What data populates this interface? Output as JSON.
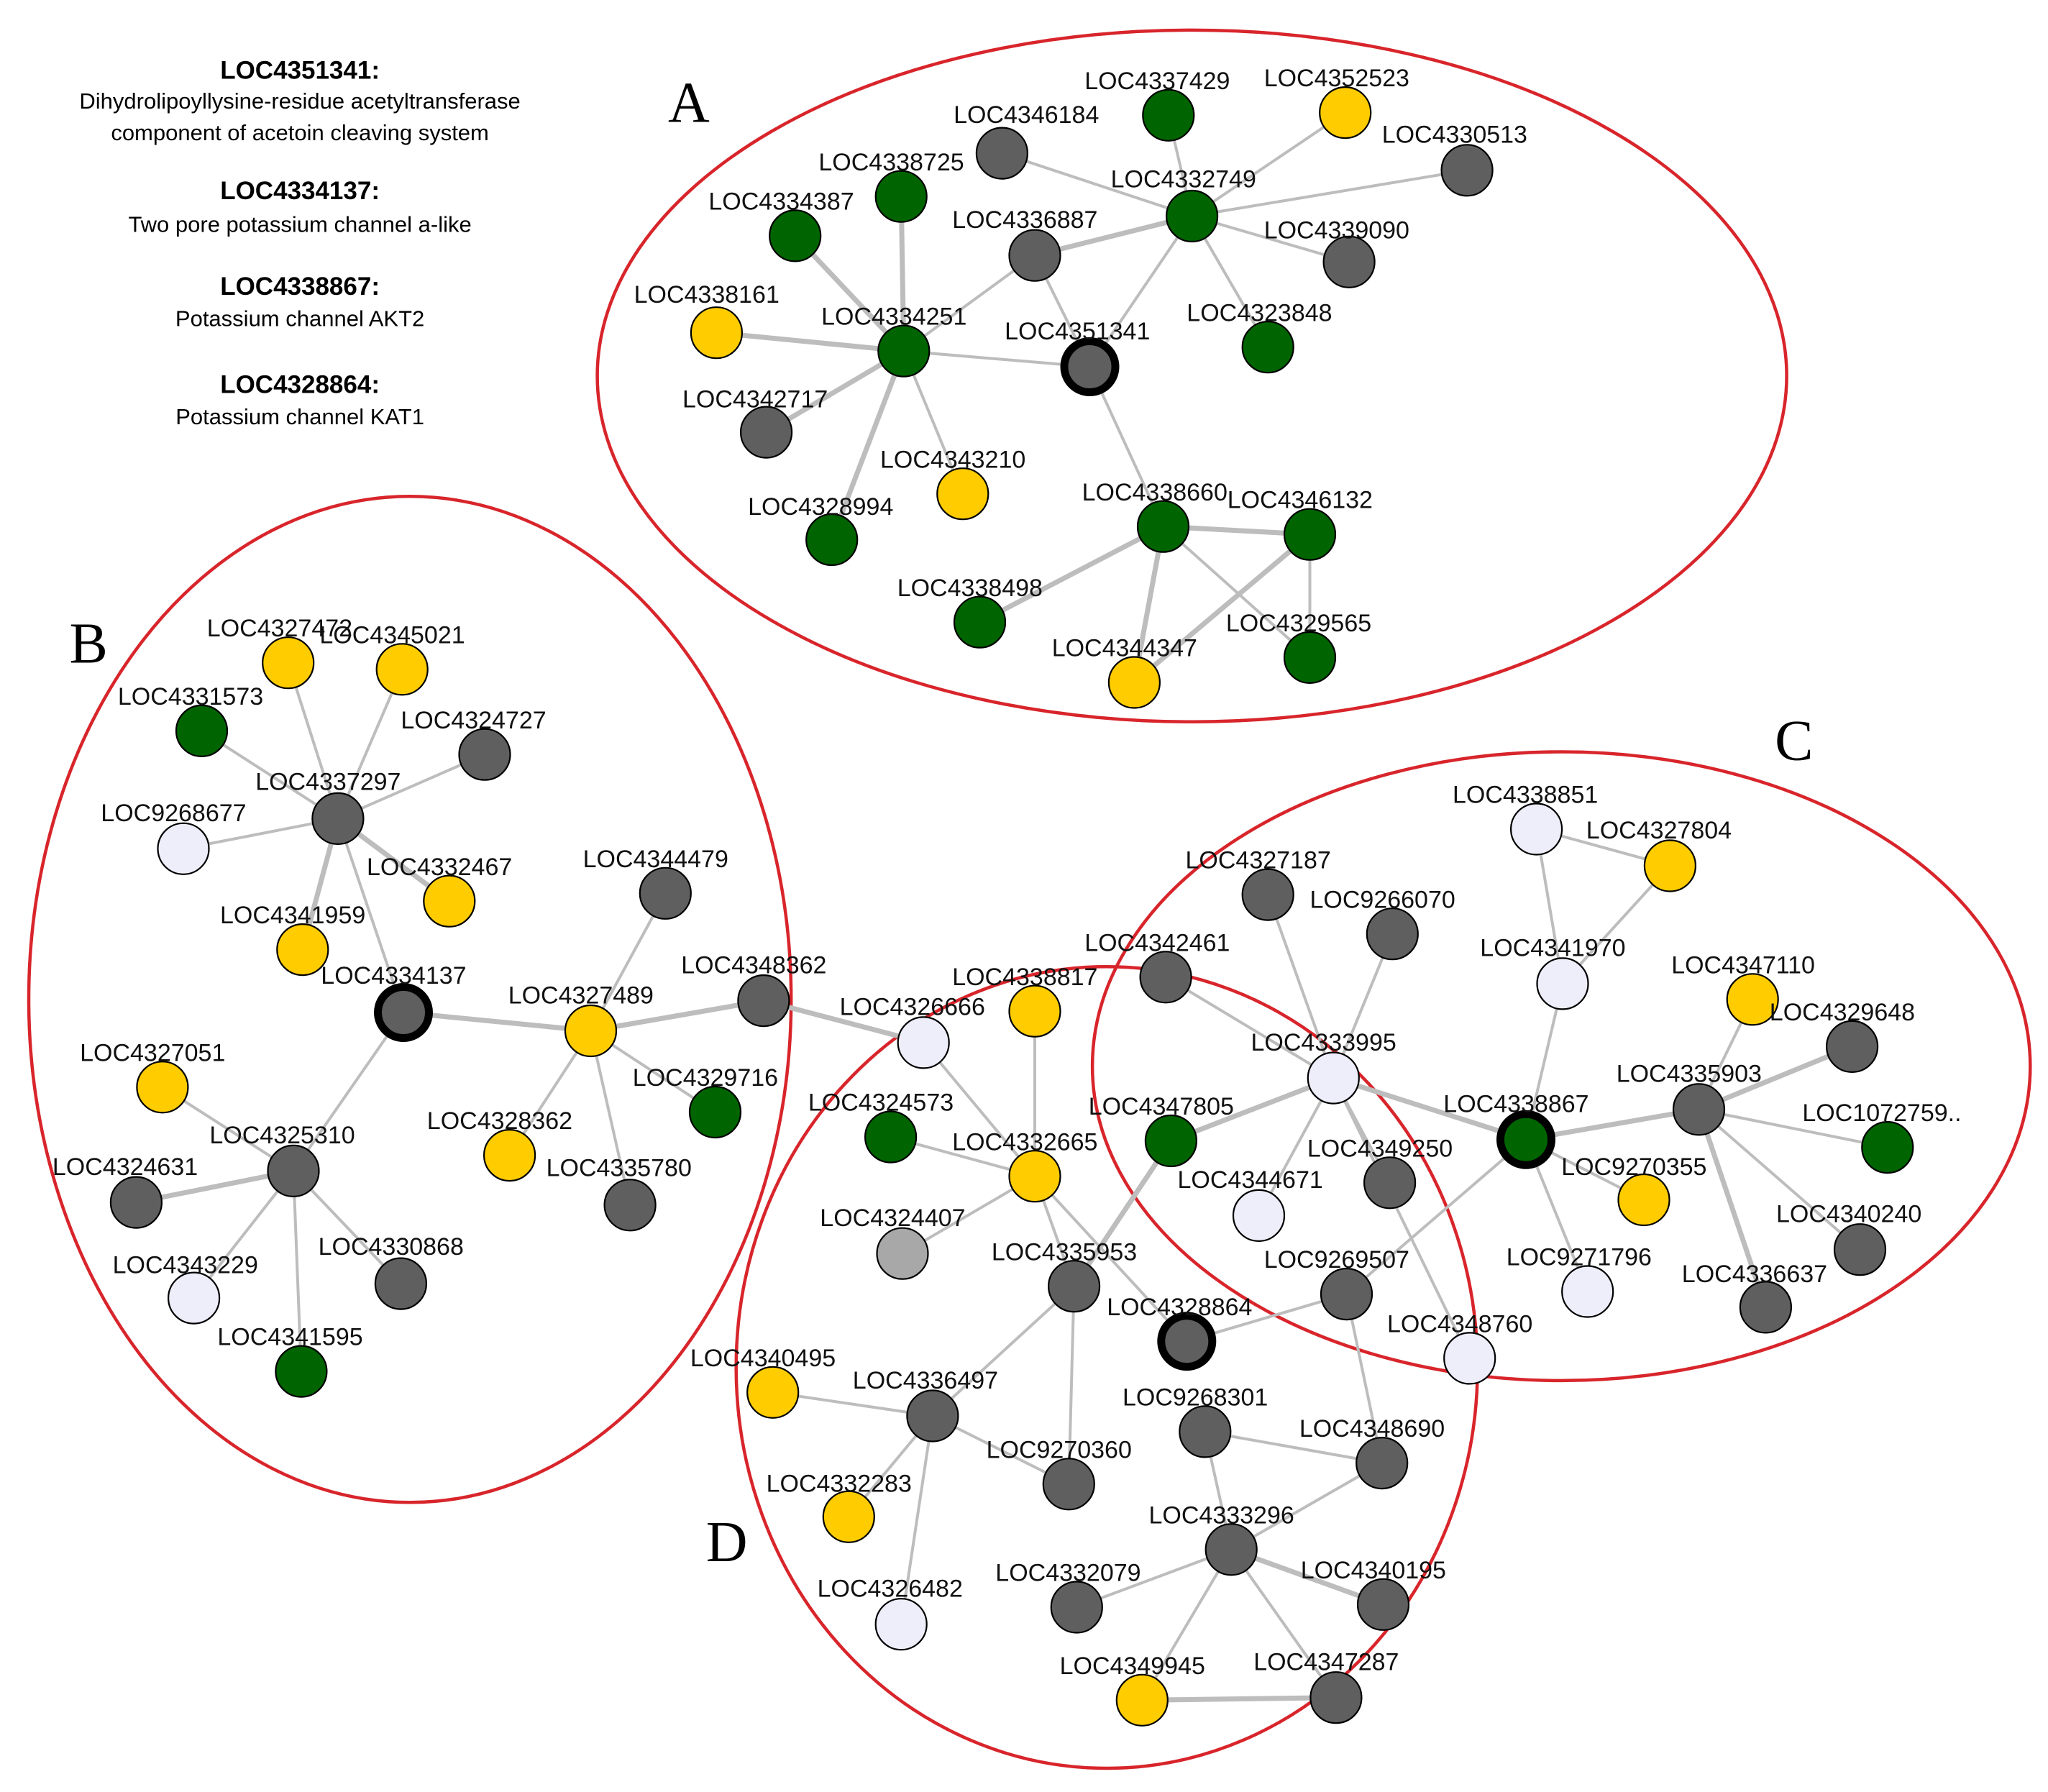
{
  "colors": {
    "green": "#006400",
    "yellow": "#ffcc00",
    "dark": "#5f5f5f",
    "light": "#eeeefb",
    "gray": "#a8a8a8",
    "edge": "#bdbdbd",
    "ring": "#d8252b",
    "outline": "#000000"
  },
  "legend": [
    {
      "id": "LOC4351341:",
      "desc": [
        "Dihydrolipoyllysine-residue acetyltransferase",
        "component of acetoin cleaving system"
      ]
    },
    {
      "id": "LOC4334137:",
      "desc": [
        "Two pore potassium channel a-like"
      ]
    },
    {
      "id": "LOC4338867:",
      "desc": [
        "Potassium channel AKT2"
      ]
    },
    {
      "id": "LOC4328864:",
      "desc": [
        "Potassium channel KAT1"
      ]
    }
  ],
  "groups": [
    {
      "label": "A"
    },
    {
      "label": "B"
    },
    {
      "label": "C"
    },
    {
      "label": "D"
    }
  ],
  "nodes": [
    {
      "id": "n1",
      "label": "LOC4351341",
      "color": "dark",
      "hub": true
    },
    {
      "id": "n2",
      "label": "LOC4334251",
      "color": "green"
    },
    {
      "id": "n3",
      "label": "LOC4338725",
      "color": "green"
    },
    {
      "id": "n4",
      "label": "LOC4334387",
      "color": "green"
    },
    {
      "id": "n5",
      "label": "LOC4338161",
      "color": "yellow"
    },
    {
      "id": "n6",
      "label": "LOC4342717",
      "color": "dark"
    },
    {
      "id": "n7",
      "label": "LOC4328994",
      "color": "green"
    },
    {
      "id": "n8",
      "label": "LOC4343210",
      "color": "yellow"
    },
    {
      "id": "n9",
      "label": "LOC4336887",
      "color": "dark"
    },
    {
      "id": "n10",
      "label": "LOC4346184",
      "color": "dark"
    },
    {
      "id": "n11",
      "label": "LOC4337429",
      "color": "green"
    },
    {
      "id": "n12",
      "label": "LOC4352523",
      "color": "yellow"
    },
    {
      "id": "n13",
      "label": "LOC4330513",
      "color": "dark"
    },
    {
      "id": "n14",
      "label": "LOC4332749",
      "color": "green"
    },
    {
      "id": "n15",
      "label": "LOC4339090",
      "color": "dark"
    },
    {
      "id": "n16",
      "label": "LOC4323848",
      "color": "green"
    },
    {
      "id": "n17",
      "label": "LOC4338660",
      "color": "green"
    },
    {
      "id": "n18",
      "label": "LOC4346132",
      "color": "green"
    },
    {
      "id": "n19",
      "label": "LOC4338498",
      "color": "green"
    },
    {
      "id": "n20",
      "label": "LOC4344347",
      "color": "yellow"
    },
    {
      "id": "n21",
      "label": "LOC4329565",
      "color": "green"
    },
    {
      "id": "n22",
      "label": "LOC4334137",
      "color": "dark",
      "hub": true
    },
    {
      "id": "n23",
      "label": "LOC4327472",
      "color": "yellow"
    },
    {
      "id": "n24",
      "label": "LOC4345021",
      "color": "yellow"
    },
    {
      "id": "n25",
      "label": "LOC4331573",
      "color": "green"
    },
    {
      "id": "n26",
      "label": "LOC4324727",
      "color": "dark"
    },
    {
      "id": "n27",
      "label": "LOC4337297",
      "color": "dark"
    },
    {
      "id": "n28",
      "label": "LOC9268677",
      "color": "light"
    },
    {
      "id": "n29",
      "label": "LOC4332467",
      "color": "yellow"
    },
    {
      "id": "n30",
      "label": "LOC4341959",
      "color": "yellow"
    },
    {
      "id": "n31",
      "label": "LOC4344479",
      "color": "dark"
    },
    {
      "id": "n32",
      "label": "LOC4327489",
      "color": "yellow"
    },
    {
      "id": "n33",
      "label": "LOC4348362",
      "color": "dark"
    },
    {
      "id": "n34",
      "label": "LOC4329716",
      "color": "green"
    },
    {
      "id": "n35",
      "label": "LOC4328362",
      "color": "yellow"
    },
    {
      "id": "n36",
      "label": "LOC4335780",
      "color": "dark"
    },
    {
      "id": "n37",
      "label": "LOC4327051",
      "color": "yellow"
    },
    {
      "id": "n38",
      "label": "LOC4325310",
      "color": "dark"
    },
    {
      "id": "n39",
      "label": "LOC4324631",
      "color": "dark"
    },
    {
      "id": "n40",
      "label": "LOC4343229",
      "color": "light"
    },
    {
      "id": "n41",
      "label": "LOC4330868",
      "color": "dark"
    },
    {
      "id": "n42",
      "label": "LOC4341595",
      "color": "green"
    },
    {
      "id": "n43",
      "label": "LOC4338867",
      "color": "green",
      "hub": true
    },
    {
      "id": "n44",
      "label": "LOC4338851",
      "color": "light"
    },
    {
      "id": "n45",
      "label": "LOC4327804",
      "color": "yellow"
    },
    {
      "id": "n46",
      "label": "LOC4327187",
      "color": "dark"
    },
    {
      "id": "n47",
      "label": "LOC9266070",
      "color": "dark"
    },
    {
      "id": "n48",
      "label": "LOC4341970",
      "color": "light"
    },
    {
      "id": "n49",
      "label": "LOC4347110",
      "color": "yellow"
    },
    {
      "id": "n50",
      "label": "LOC4329648",
      "color": "dark"
    },
    {
      "id": "n51",
      "label": "LOC4342461",
      "color": "dark"
    },
    {
      "id": "n52",
      "label": "LOC4333995",
      "color": "light"
    },
    {
      "id": "n53",
      "label": "LOC4335903",
      "color": "dark"
    },
    {
      "id": "n54",
      "label": "LOC1072759..",
      "color": "green"
    },
    {
      "id": "n55",
      "label": "LOC9270355",
      "color": "yellow"
    },
    {
      "id": "n56",
      "label": "LOC4340240",
      "color": "dark"
    },
    {
      "id": "n57",
      "label": "LOC4336637",
      "color": "dark"
    },
    {
      "id": "n58",
      "label": "LOC9271796",
      "color": "light"
    },
    {
      "id": "n59",
      "label": "LOC4348760",
      "color": "light"
    },
    {
      "id": "n60",
      "label": "LOC4349250",
      "color": "dark"
    },
    {
      "id": "n61",
      "label": "LOC4344671",
      "color": "light"
    },
    {
      "id": "n62",
      "label": "LOC4347805",
      "color": "green"
    },
    {
      "id": "n63",
      "label": "LOC4328864",
      "color": "dark",
      "hub": true
    },
    {
      "id": "n64",
      "label": "LOC4338817",
      "color": "yellow"
    },
    {
      "id": "n65",
      "label": "LOC4326666",
      "color": "light"
    },
    {
      "id": "n66",
      "label": "LOC4324573",
      "color": "green"
    },
    {
      "id": "n67",
      "label": "LOC4332665",
      "color": "yellow"
    },
    {
      "id": "n68",
      "label": "LOC4324407",
      "color": "gray"
    },
    {
      "id": "n69",
      "label": "LOC4335953",
      "color": "dark"
    },
    {
      "id": "n70",
      "label": "LOC9269507",
      "color": "dark"
    },
    {
      "id": "n71",
      "label": "LOC4340495",
      "color": "yellow"
    },
    {
      "id": "n72",
      "label": "LOC4336497",
      "color": "dark"
    },
    {
      "id": "n73",
      "label": "LOC9268301",
      "color": "dark"
    },
    {
      "id": "n74",
      "label": "LOC4348690",
      "color": "dark"
    },
    {
      "id": "n75",
      "label": "LOC9270360",
      "color": "dark"
    },
    {
      "id": "n76",
      "label": "LOC4332283",
      "color": "yellow"
    },
    {
      "id": "n77",
      "label": "LOC4333296",
      "color": "dark"
    },
    {
      "id": "n78",
      "label": "LOC4326482",
      "color": "light"
    },
    {
      "id": "n79",
      "label": "LOC4332079",
      "color": "dark"
    },
    {
      "id": "n80",
      "label": "LOC4340195",
      "color": "dark"
    },
    {
      "id": "n81",
      "label": "LOC4349945",
      "color": "yellow"
    },
    {
      "id": "n82",
      "label": "LOC4347287",
      "color": "dark"
    }
  ],
  "edges": [
    [
      "n1",
      "n2"
    ],
    [
      "n1",
      "n9"
    ],
    [
      "n1",
      "n14"
    ],
    [
      "n1",
      "n17"
    ],
    [
      "n2",
      "n3"
    ],
    [
      "n2",
      "n4"
    ],
    [
      "n2",
      "n5"
    ],
    [
      "n2",
      "n6"
    ],
    [
      "n2",
      "n7"
    ],
    [
      "n2",
      "n8"
    ],
    [
      "n2",
      "n9"
    ],
    [
      "n9",
      "n14"
    ],
    [
      "n10",
      "n14"
    ],
    [
      "n11",
      "n14"
    ],
    [
      "n12",
      "n14"
    ],
    [
      "n13",
      "n14"
    ],
    [
      "n14",
      "n15"
    ],
    [
      "n14",
      "n16"
    ],
    [
      "n17",
      "n18"
    ],
    [
      "n17",
      "n19"
    ],
    [
      "n17",
      "n20"
    ],
    [
      "n17",
      "n21"
    ],
    [
      "n18",
      "n20"
    ],
    [
      "n18",
      "n21"
    ],
    [
      "n22",
      "n27"
    ],
    [
      "n22",
      "n32"
    ],
    [
      "n22",
      "n38"
    ],
    [
      "n27",
      "n23"
    ],
    [
      "n27",
      "n24"
    ],
    [
      "n27",
      "n25"
    ],
    [
      "n27",
      "n26"
    ],
    [
      "n27",
      "n28"
    ],
    [
      "n27",
      "n29"
    ],
    [
      "n27",
      "n30"
    ],
    [
      "n32",
      "n31"
    ],
    [
      "n32",
      "n33"
    ],
    [
      "n32",
      "n34"
    ],
    [
      "n32",
      "n35"
    ],
    [
      "n32",
      "n36"
    ],
    [
      "n38",
      "n37"
    ],
    [
      "n38",
      "n39"
    ],
    [
      "n38",
      "n40"
    ],
    [
      "n38",
      "n41"
    ],
    [
      "n38",
      "n42"
    ],
    [
      "n33",
      "n65"
    ],
    [
      "n43",
      "n48"
    ],
    [
      "n43",
      "n53"
    ],
    [
      "n43",
      "n55"
    ],
    [
      "n43",
      "n58"
    ],
    [
      "n43",
      "n52"
    ],
    [
      "n43",
      "n70"
    ],
    [
      "n53",
      "n49"
    ],
    [
      "n53",
      "n50"
    ],
    [
      "n53",
      "n54"
    ],
    [
      "n53",
      "n56"
    ],
    [
      "n53",
      "n57"
    ],
    [
      "n44",
      "n45"
    ],
    [
      "n44",
      "n48"
    ],
    [
      "n45",
      "n48"
    ],
    [
      "n52",
      "n46"
    ],
    [
      "n52",
      "n47"
    ],
    [
      "n52",
      "n51"
    ],
    [
      "n52",
      "n60"
    ],
    [
      "n52",
      "n61"
    ],
    [
      "n52",
      "n62"
    ],
    [
      "n52",
      "n59"
    ],
    [
      "n62",
      "n69"
    ],
    [
      "n63",
      "n67"
    ],
    [
      "n63",
      "n70"
    ],
    [
      "n65",
      "n67"
    ],
    [
      "n64",
      "n67"
    ],
    [
      "n66",
      "n67"
    ],
    [
      "n67",
      "n68"
    ],
    [
      "n67",
      "n69"
    ],
    [
      "n69",
      "n72"
    ],
    [
      "n69",
      "n75"
    ],
    [
      "n70",
      "n74"
    ],
    [
      "n72",
      "n71"
    ],
    [
      "n72",
      "n75"
    ],
    [
      "n72",
      "n76"
    ],
    [
      "n72",
      "n78"
    ],
    [
      "n73",
      "n74"
    ],
    [
      "n73",
      "n77"
    ],
    [
      "n77",
      "n79"
    ],
    [
      "n77",
      "n80"
    ],
    [
      "n77",
      "n81"
    ],
    [
      "n77",
      "n82"
    ],
    [
      "n77",
      "n74"
    ],
    [
      "n81",
      "n82"
    ]
  ]
}
